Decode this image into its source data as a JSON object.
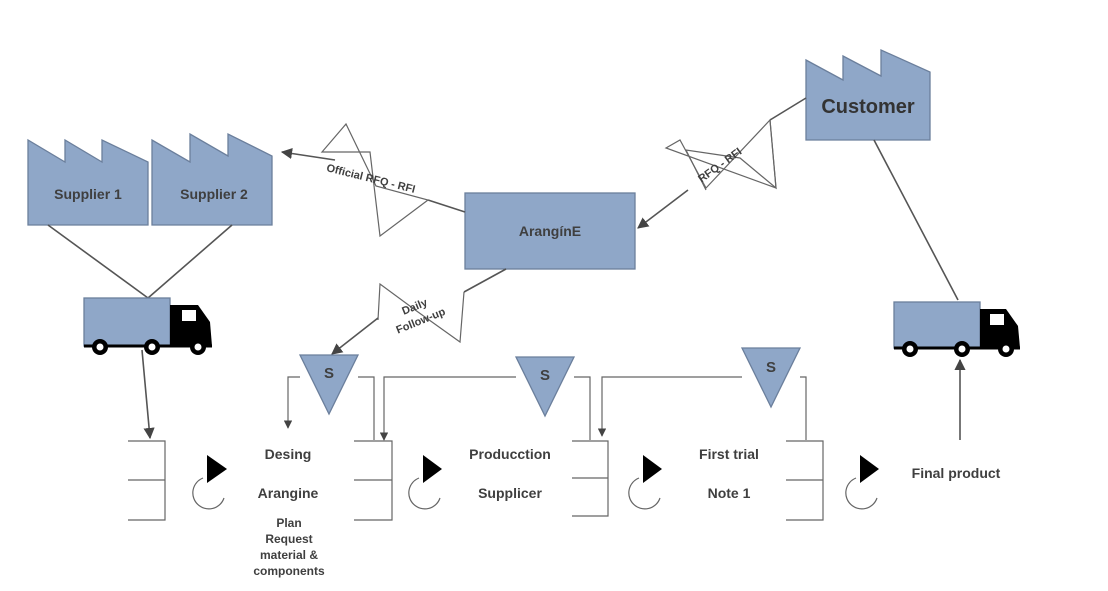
{
  "nodes": {
    "supplier1": "Supplier 1",
    "supplier2": "Supplier 2",
    "customer": "Customer",
    "arangine": "ArangínE"
  },
  "flows": {
    "official_rfq": "Official RFQ - RFI",
    "rfq": "RFQ - RFI",
    "daily": "Daily",
    "followup": "Follow-up"
  },
  "supermarket": {
    "label": "S"
  },
  "steps": {
    "desing": "Desing",
    "arangine": "Arangine",
    "plan": "Plan",
    "request": "Request",
    "material": "material &",
    "components": "components",
    "producction": "Producction",
    "supplicer": "Supplicer",
    "first_trial": "First trial",
    "note1": "Note 1",
    "final_product": "Final product"
  },
  "colors": {
    "shape_fill": "#8fa7c8",
    "shape_stroke": "#6b7f9c",
    "truck_cab": "#000000"
  }
}
